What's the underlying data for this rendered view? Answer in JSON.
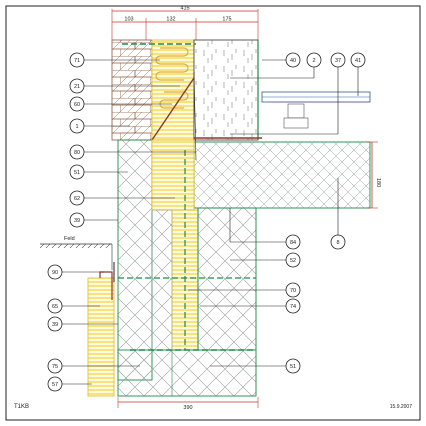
{
  "dimensions": {
    "top_total": "415",
    "top_seg1": "103",
    "top_seg2": "132",
    "top_seg3": "175",
    "right_height": "180",
    "bottom_width": "390"
  },
  "ground_label": "Feld",
  "footer": {
    "drawing_id": "T1KB",
    "date": "15.9.2007"
  },
  "callouts": {
    "c71": "71",
    "c21": "21",
    "c60": "60",
    "c1": "1",
    "c80": "80",
    "c51a": "51",
    "c62": "62",
    "c39a": "39",
    "c90": "90",
    "c65": "65",
    "c39b": "39",
    "c75": "75",
    "c57": "57",
    "c40": "40",
    "c2": "2",
    "c37": "37",
    "c41": "41",
    "c8": "8",
    "c84": "84",
    "c52": "52",
    "c70": "70",
    "c74": "74",
    "c51b": "51"
  },
  "colors": {
    "hatch_gray": "#9aa0a0",
    "insulation_yellow": "#f2d23a",
    "membrane_green": "#1f8a4a",
    "brick_brown": "#8a5a3a",
    "dimension_red": "#c0392b",
    "rail_blue": "#355a9a"
  }
}
